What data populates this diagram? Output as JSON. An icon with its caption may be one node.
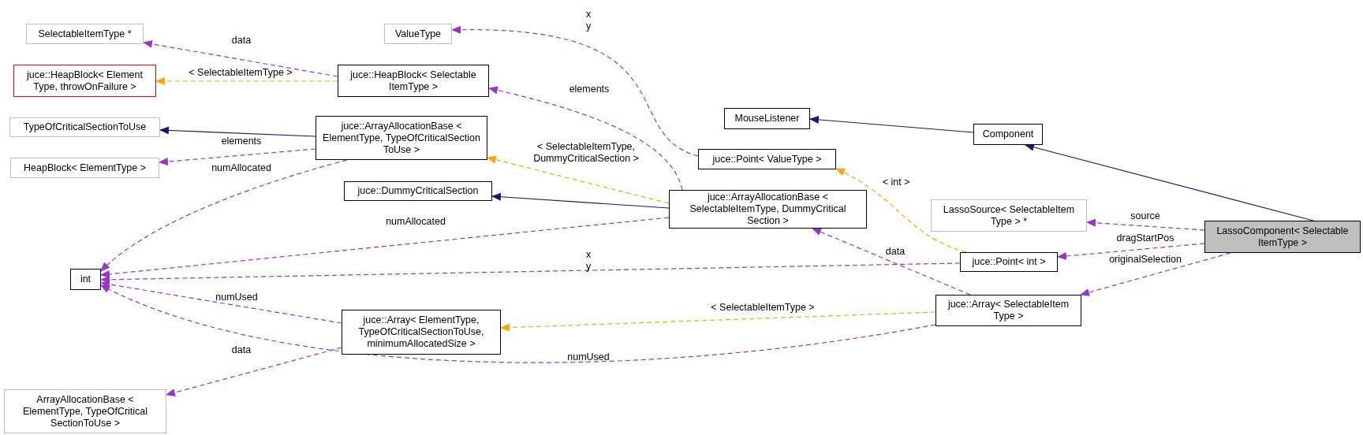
{
  "diagram": {
    "nodes": [
      {
        "text": [
          "SelectableItemType *"
        ]
      },
      {
        "text": [
          "ValueType"
        ]
      },
      {
        "text": [
          "juce::HeapBlock< Element Type, throwOnFailure >"
        ]
      },
      {
        "text": [
          "juce::HeapBlock< Selectable ItemType >"
        ]
      },
      {
        "text": [
          "TypeOfCriticalSectionToUse"
        ]
      },
      {
        "text": [
          "HeapBlock< ElementType >"
        ]
      },
      {
        "text": [
          "juce::ArrayAllocationBase < ElementType, TypeOfCriticalSection ToUse >"
        ]
      },
      {
        "text": [
          "MouseListener"
        ]
      },
      {
        "text": [
          "Component"
        ]
      },
      {
        "text": [
          "juce::Point< ValueType >"
        ]
      },
      {
        "text": [
          "juce::DummyCriticalSection"
        ]
      },
      {
        "text": [
          "juce::ArrayAllocationBase < SelectableItemType, DummyCritical Section >"
        ]
      },
      {
        "text": [
          "LassoSource< SelectableItem Type > *"
        ]
      },
      {
        "text": [
          "LassoComponent< Selectable ItemType >"
        ]
      },
      {
        "text": [
          "int"
        ]
      },
      {
        "text": [
          "juce::Point< int >"
        ]
      },
      {
        "text": [
          "juce::Array< ElementType, TypeOfCriticalSectionToUse, minimumAllocatedSize >"
        ]
      },
      {
        "text": [
          "juce::Array< SelectableItem Type >"
        ]
      },
      {
        "text": [
          "ArrayAllocationBase < ElementType, TypeOfCritical SectionToUse >"
        ]
      }
    ],
    "edges": [
      {
        "from": 3,
        "to": 0,
        "arrow": "to",
        "label": "data",
        "style": "dashed"
      },
      {
        "from": 3,
        "to": 2,
        "arrow": "to",
        "label": "< SelectableItemType >",
        "style": "dashed",
        "color": "#ffa500"
      },
      {
        "from": 6,
        "to": 4,
        "arrow": "to",
        "color": "#191970"
      },
      {
        "from": 6,
        "to": 5,
        "arrow": "to",
        "label": "elements",
        "style": "dashed"
      },
      {
        "from": 6,
        "to": 14,
        "arrow": "to",
        "label": "numAllocated",
        "style": "dashed"
      },
      {
        "from": 9,
        "to": 1,
        "arrow": "to",
        "label": "x y",
        "style": "dashed"
      },
      {
        "from": 8,
        "to": 7,
        "arrow": "to",
        "color": "#191970"
      },
      {
        "from": 11,
        "to": 3,
        "arrow": "to",
        "label": "elements",
        "style": "dashed"
      },
      {
        "from": 11,
        "to": 6,
        "arrow": "to",
        "label": "< SelectableItemType, DummyCriticalSection >",
        "style": "dashed",
        "color": "#ffa500"
      },
      {
        "from": 11,
        "to": 10,
        "arrow": "to",
        "color": "#191970"
      },
      {
        "from": 11,
        "to": 14,
        "arrow": "to",
        "label": "numAllocated",
        "style": "dashed"
      },
      {
        "from": 15,
        "to": 9,
        "arrow": "to",
        "label": "< int >",
        "style": "dashed",
        "color": "#ffa500"
      },
      {
        "from": 13,
        "to": 8,
        "arrow": "to",
        "color": "#191970"
      },
      {
        "from": 13,
        "to": 12,
        "arrow": "to",
        "label": "source",
        "style": "dashed"
      },
      {
        "from": 13,
        "to": 15,
        "arrow": "to",
        "label": "dragStartPos",
        "style": "dashed"
      },
      {
        "from": 13,
        "to": 17,
        "arrow": "to",
        "label": "originalSelection",
        "style": "dashed"
      },
      {
        "from": 15,
        "to": 14,
        "arrow": "to",
        "label": "x y",
        "style": "dashed"
      },
      {
        "from": 17,
        "to": 11,
        "arrow": "to",
        "label": "data",
        "style": "dashed"
      },
      {
        "from": 17,
        "to": 16,
        "arrow": "to",
        "label": "< SelectableItemType >",
        "style": "dashed",
        "color": "#ffa500"
      },
      {
        "from": 17,
        "to": 14,
        "arrow": "to",
        "label": "numUsed",
        "style": "dashed"
      },
      {
        "from": 16,
        "to": 14,
        "arrow": "to",
        "label": "numUsed",
        "style": "dashed"
      },
      {
        "from": 16,
        "to": 18,
        "arrow": "to",
        "label": "data",
        "style": "dashed"
      }
    ]
  }
}
